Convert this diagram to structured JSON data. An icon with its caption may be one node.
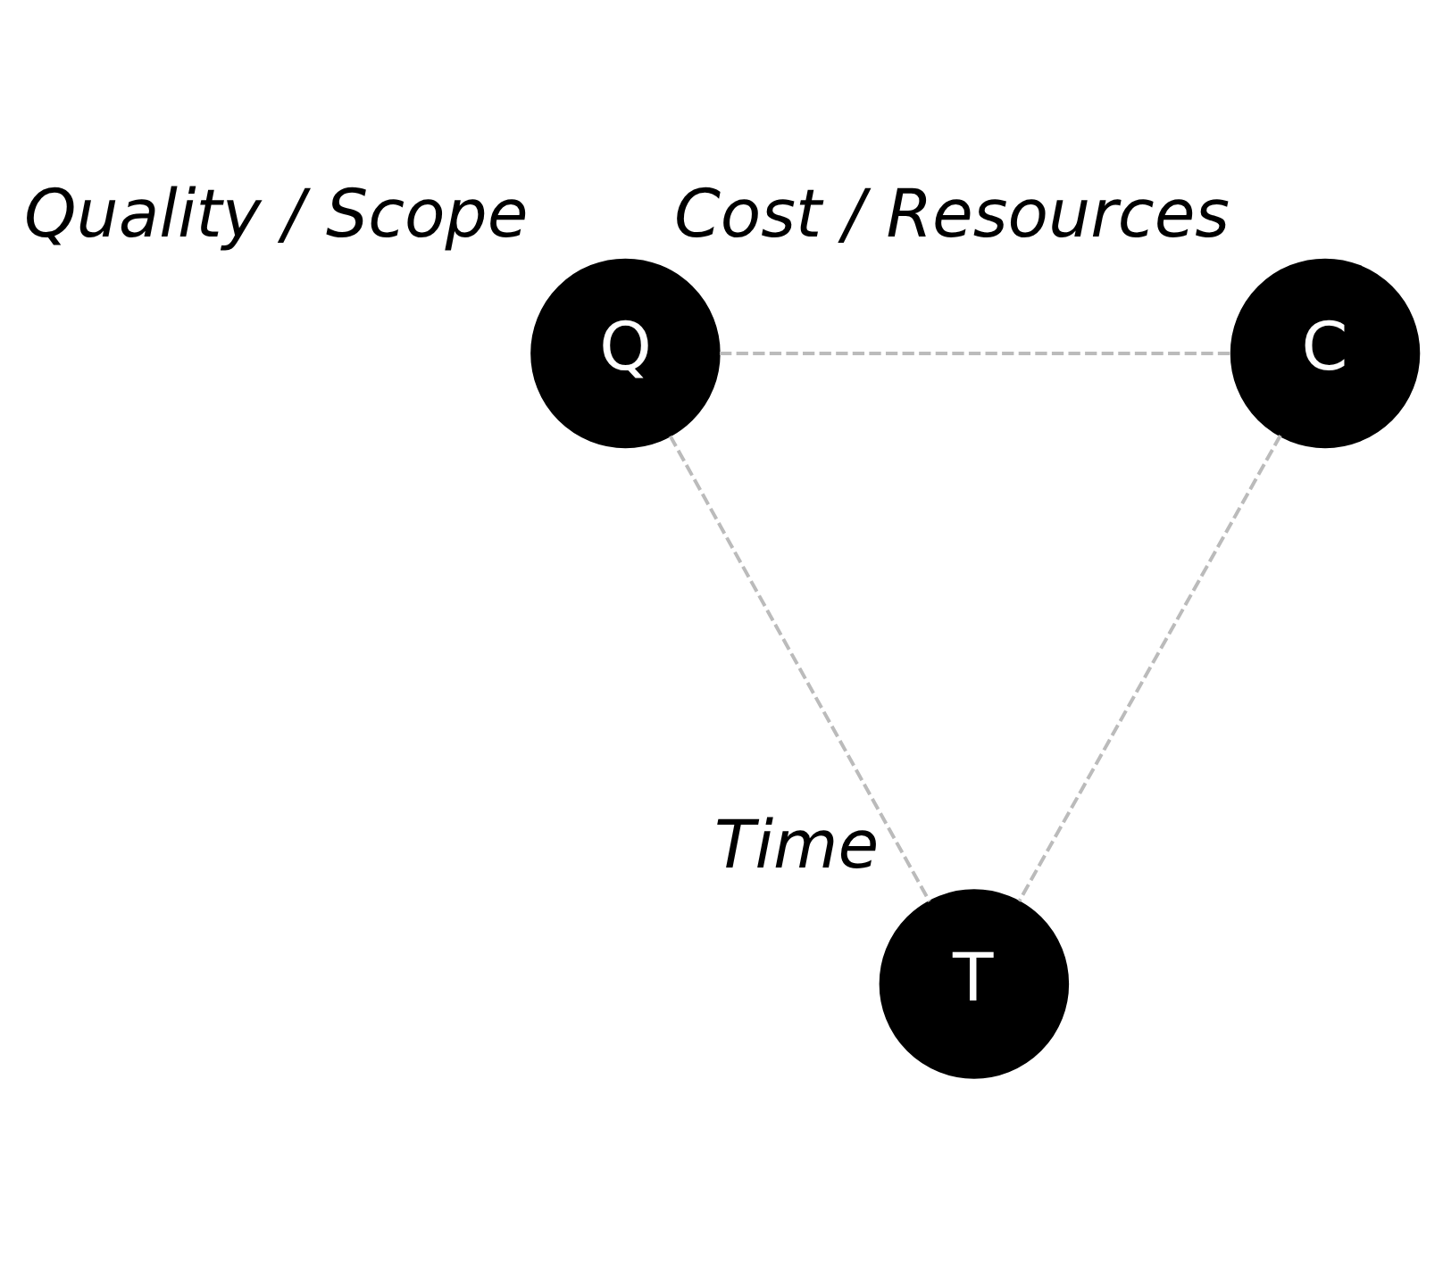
{
  "diagram": {
    "nodes": [
      {
        "text": [
          "Q"
        ],
        "beside": [
          "Quality / Scope"
        ]
      },
      {
        "text": [
          "C"
        ],
        "beside": [
          "Cost / Resources"
        ]
      },
      {
        "text": [
          "T"
        ],
        "beside": [
          "Time"
        ]
      }
    ],
    "edges": [
      {
        "from": 0,
        "to": 1,
        "arrow": "none",
        "style": "dashed"
      },
      {
        "from": 0,
        "to": 2,
        "arrow": "none",
        "style": "dashed"
      },
      {
        "from": 1,
        "to": 2,
        "arrow": "none",
        "style": "dashed"
      }
    ]
  }
}
